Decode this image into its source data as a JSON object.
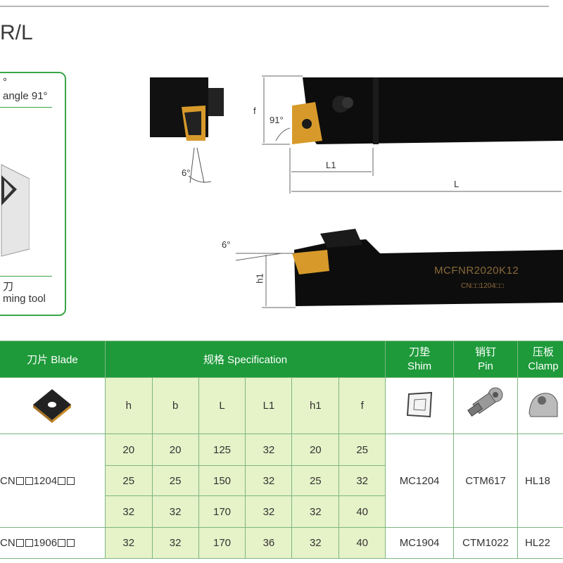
{
  "page": {
    "title": "R/L"
  },
  "info_box": {
    "line1": "°",
    "line2": "angle 91°",
    "line3": "刀",
    "line4": "ming tool"
  },
  "diagram": {
    "angle_91": "91°",
    "angle_6_top": "6°",
    "angle_6_side": "6°",
    "f": "f",
    "L1": "L1",
    "L": "L",
    "h1": "h1",
    "holder_marking": "MCFNR2020K12",
    "holder_marking2": "CN□□1204□□"
  },
  "table": {
    "headers": {
      "blade": "刀片 Blade",
      "spec": "规格 Specification",
      "shim_cn": "刀垫",
      "shim_en": "Shim",
      "pin_cn": "销钉",
      "pin_en": "Pin",
      "clamp_cn": "压板",
      "clamp_en": "Clamp"
    },
    "columns": [
      "h",
      "b",
      "L",
      "L1",
      "h1",
      "f"
    ],
    "groups": [
      {
        "blade": "CN",
        "blade_code": "1204",
        "rows": [
          [
            "20",
            "20",
            "125",
            "32",
            "20",
            "25"
          ],
          [
            "25",
            "25",
            "150",
            "32",
            "25",
            "32"
          ],
          [
            "32",
            "32",
            "170",
            "32",
            "32",
            "40"
          ]
        ],
        "shim": "MC1204",
        "pin": "CTM617",
        "clamp": "HL18"
      },
      {
        "blade": "CN",
        "blade_code": "1906",
        "rows": [
          [
            "32",
            "32",
            "170",
            "36",
            "32",
            "40"
          ]
        ],
        "shim": "MC1904",
        "pin": "CTM1022",
        "clamp": "HL22"
      }
    ]
  }
}
